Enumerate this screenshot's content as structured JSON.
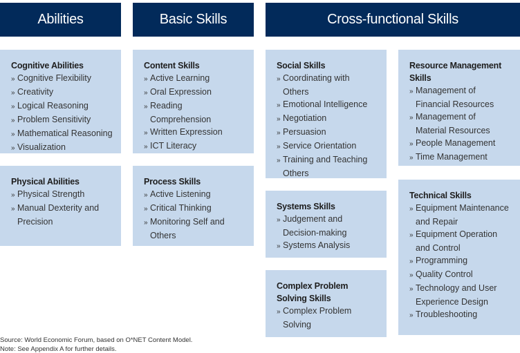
{
  "headers": {
    "abilities": "Abilities",
    "basic": "Basic Skills",
    "cross": "Cross-functional Skills"
  },
  "boxes": {
    "cognitive": {
      "title": "Cognitive Abilities",
      "items": [
        "Cognitive Flexibility",
        "Creativity",
        "Logical Reasoning",
        "Problem Sensitivity",
        "Mathematical Reasoning",
        "Visualization"
      ]
    },
    "physical": {
      "title": "Physical Abilities",
      "items": [
        "Physical Strength",
        "Manual Dexterity and\nPrecision"
      ]
    },
    "content": {
      "title": "Content Skills",
      "items": [
        "Active Learning",
        "Oral Expression",
        "Reading\nComprehension",
        "Written Expression",
        "ICT Literacy"
      ]
    },
    "process": {
      "title": "Process Skills",
      "items": [
        "Active Listening",
        "Critical Thinking",
        "Monitoring Self and\nOthers"
      ]
    },
    "social": {
      "title": "Social Skills",
      "items": [
        "Coordinating with\nOthers",
        "Emotional Intelligence",
        "Negotiation",
        "Persuasion",
        "Service Orientation",
        "Training and Teaching\nOthers"
      ]
    },
    "systems": {
      "title": "Systems Skills",
      "items": [
        "Judgement and\nDecision-making",
        "Systems Analysis"
      ]
    },
    "complex": {
      "title": "Complex Problem\nSolving Skills",
      "items": [
        "Complex Problem\nSolving"
      ]
    },
    "resource": {
      "title": "Resource Management\nSkills",
      "items": [
        "Management of\nFinancial Resources",
        "Management of\nMaterial Resources",
        "People Management",
        "Time Management"
      ]
    },
    "technical": {
      "title": "Technical Skills",
      "items": [
        "Equipment Maintenance\nand Repair",
        "Equipment Operation\nand Control",
        "Programming",
        "Quality Control",
        "Technology and User\nExperience Design",
        "Troubleshooting"
      ]
    }
  },
  "bullet": "»",
  "footer": {
    "source": "Source: World Economic Forum, based on O*NET Content Model.",
    "note": "Note: See Appendix A for further details."
  },
  "colors": {
    "header": "#022a5a",
    "box": "#c6d8ec"
  }
}
